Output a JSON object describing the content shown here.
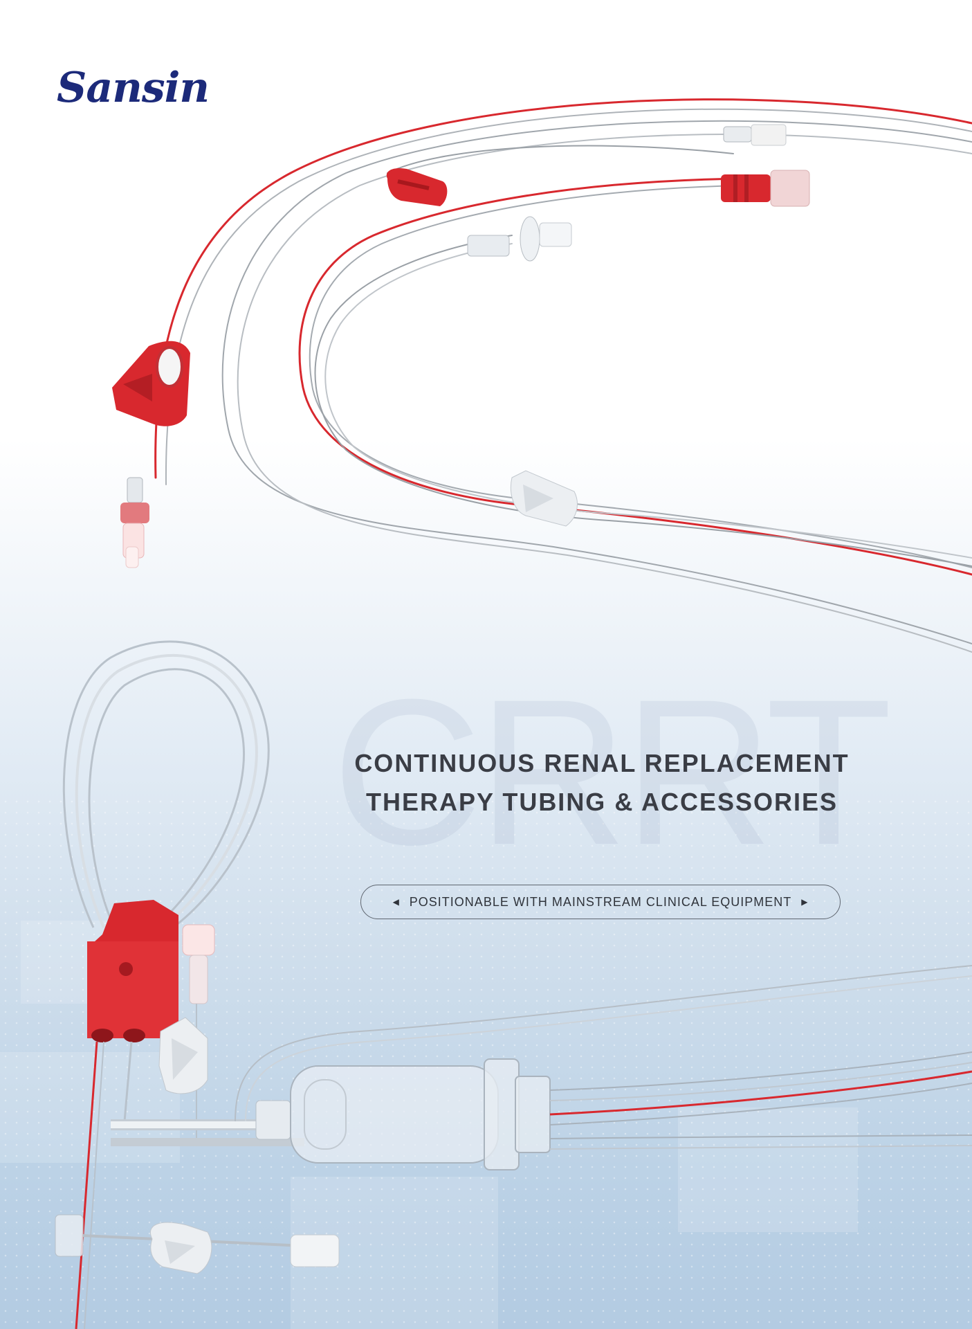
{
  "brand": {
    "logo_text": "Sansin"
  },
  "watermark": "CRRT",
  "headline": {
    "line1": "CONTINUOUS RENAL REPLACEMENT",
    "line2": "THERAPY TUBING & ACCESSORIES"
  },
  "tagline": {
    "text": "POSITIONABLE WITH MAINSTREAM CLINICAL EQUIPMENT",
    "left_icon": "triangle-left-icon",
    "right_icon": "triangle-right-icon"
  },
  "colors": {
    "brand_navy": "#1c2a7a",
    "accent_red": "#d8282e",
    "headline_gray": "#3a3d45",
    "background_blue": "#bcd2e6"
  }
}
